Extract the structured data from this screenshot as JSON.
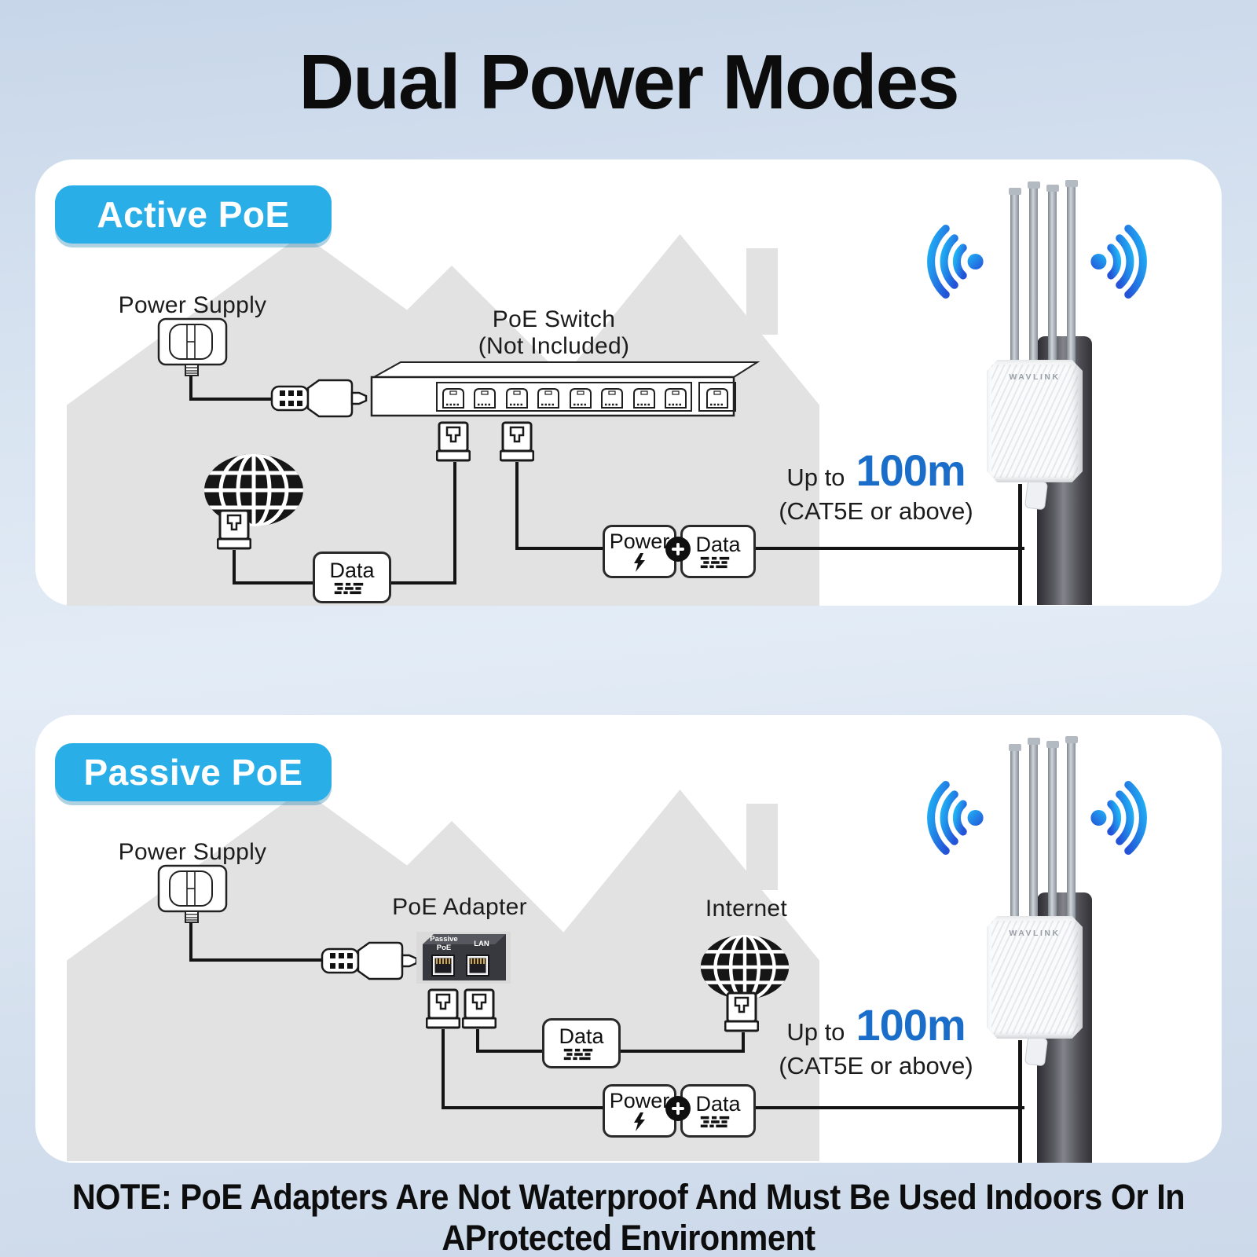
{
  "title": "Dual Power Modes",
  "note": "NOTE: PoE Adapters Are Not Waterproof And Must Be Used Indoors Or In AProtected Environment",
  "shared": {
    "power_supply": "Power Supply",
    "data": "Data",
    "power": "Power",
    "up_to": "Up to",
    "distance": "100m",
    "cable_note": "(CAT5E or above)",
    "brand": "WAVLINK"
  },
  "active": {
    "badge": "Active PoE",
    "switch_name": "PoE Switch",
    "switch_note": "(Not Included)"
  },
  "passive": {
    "badge": "Passive PoE",
    "adapter_name": "PoE Adapter",
    "port_poe": "Passive PoE",
    "port_lan": "LAN",
    "internet": "Internet"
  },
  "icons": {
    "globe": "globe-internet-icon",
    "wifi": "wifi-signal-icon",
    "bolt": "lightning-power-icon",
    "plus": "plus-icon",
    "plug": "power-plug-icon",
    "rj45": "rj45-connector-icon",
    "dc": "dc-barrel-connector-icon",
    "switch": "poe-switch-icon",
    "adapter": "poe-adapter-icon"
  },
  "colors": {
    "badge_blue": "#29aee8",
    "distance_blue": "#1a6dc9",
    "wifi_gradient_start": "#1fb4f5",
    "wifi_gradient_end": "#2453d8",
    "house_gray": "#e2e2e2",
    "panel_white": "#ffffff"
  }
}
